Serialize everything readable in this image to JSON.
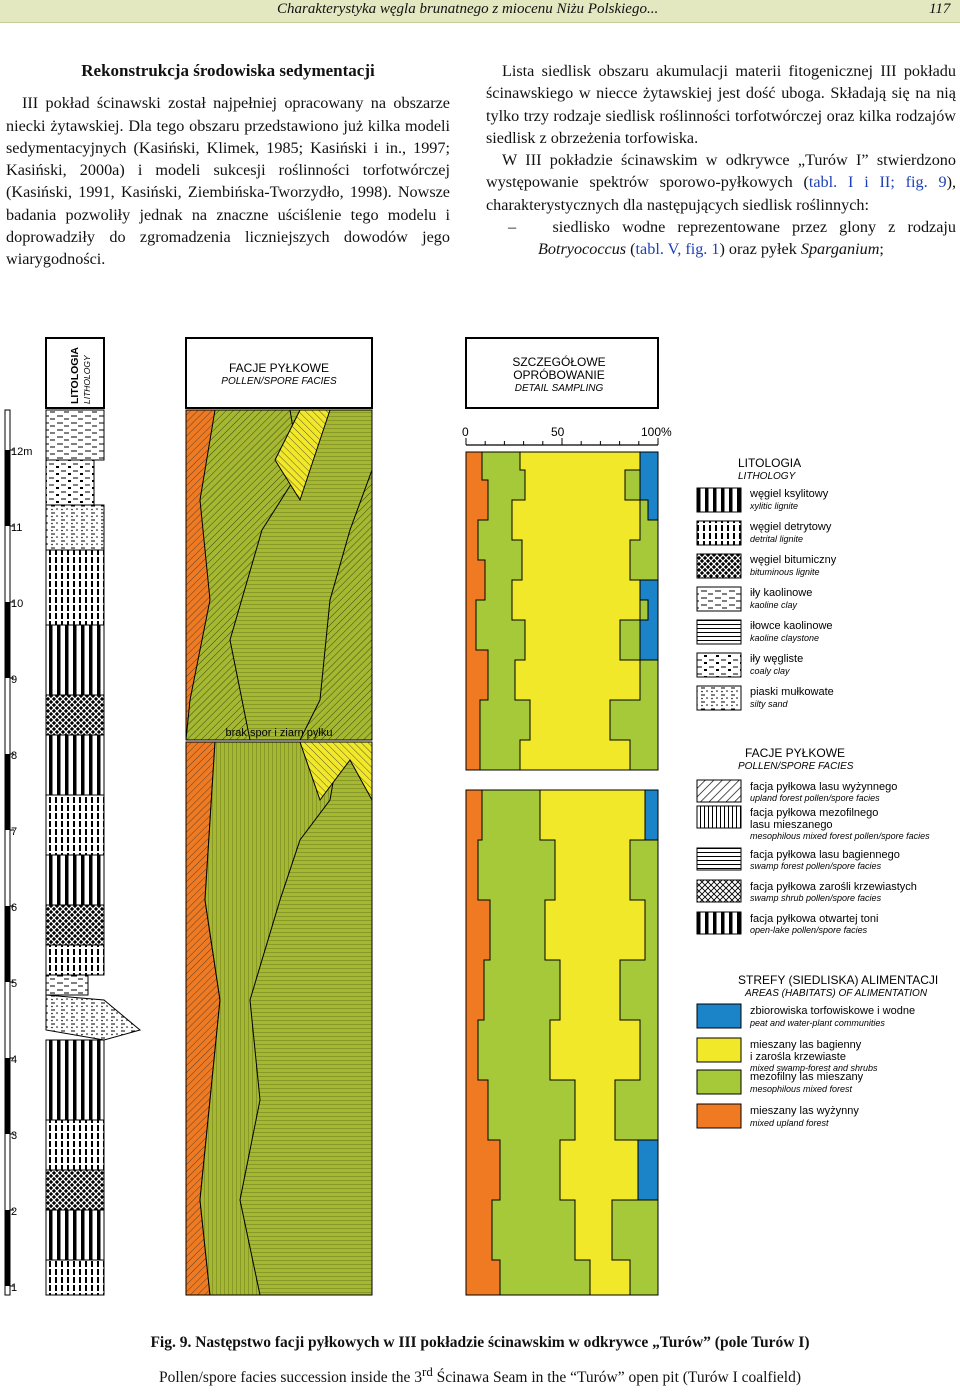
{
  "header": {
    "running_title": "Charakterystyka węgla brunatnego z miocenu Niżu Polskiego...",
    "page_number": "117"
  },
  "left_col": {
    "section_title": "Rekonstrukcja środowiska sedymentacji",
    "paragraph": "III pokład ścinawski został najpełniej opracowany na obszarze niecki żytawskiej. Dla tego obszaru przedstawiono już kilka modeli sedymentacyjnych (Kasiński, Klimek, 1985; Kasiński i in., 1997; Kasiński, 2000a) i modeli sukcesji roślinności torfotwórczej (Kasiński, 1991, Kasiński, Ziembińska-Tworzydło, 1998). Nowsze badania pozwoliły jednak na znaczne uściślenie tego modelu i doprowadziły do zgromadzenia liczniejszych dowodów jego wiarygodności."
  },
  "right_col": {
    "p1": "Lista siedlisk obszaru akumulacji materii fitogenicznej III pokładu ścinawskiego w niecce żytawskiej jest dość uboga. Składają się na nią tylko trzy rodzaje siedlisk roślinności torfotwórczej oraz kilka rodzajów siedlisk z obrzeżenia torfowiska.",
    "p2_a": "W III pokładzie ścinawskim w odkrywce „Turów I” stwierdzono występowanie spektrów sporowo-pyłkowych (",
    "p2_ref1": "tabl. I i II; fig. 9",
    "p2_b": "), charakterystycznych dla następujących siedlisk roślinnych:",
    "li_a": "siedlisko wodne reprezentowane przez glony z rodzaju ",
    "li_genus": "Botryococcus",
    "li_b": " (",
    "li_ref": "tabl. V, fig. 1",
    "li_c": ") oraz pyłek ",
    "li_genus2": "Sparganium",
    "li_d": ";"
  },
  "figure": {
    "lith_header": {
      "pl": "LITOLOGIA",
      "en": "LITHOLOGY"
    },
    "facies_header": {
      "pl": "FACJE PYŁKOWE",
      "en": "POLLEN/SPORE FACIES"
    },
    "detail_header": {
      "pl1": "SZCZEGÓŁOWE",
      "pl2": "OPRÓBOWANIE",
      "en": "DETAIL SAMPLING"
    },
    "depth_ticks": [
      "12m",
      "11",
      "10",
      "9",
      "8",
      "7",
      "6",
      "5",
      "4",
      "3",
      "2",
      "1"
    ],
    "percent_ticks": [
      "0",
      "50",
      "100%"
    ],
    "gap_label": "brak spor i ziarn pyłku",
    "legend_lith": {
      "title_pl": "LITOLOGIA",
      "title_en": "LITHOLOGY",
      "items": [
        {
          "pl": "węgiel ksylitowy",
          "en": "xylitic lignite"
        },
        {
          "pl": "węgiel detrytowy",
          "en": "detrital lignite"
        },
        {
          "pl": "węgiel bitumiczny",
          "en": "bituminous lignite"
        },
        {
          "pl": "iły kaolinowe",
          "en": "kaoline clay"
        },
        {
          "pl": "iłowce kaolinowe",
          "en": "kaoline claystone"
        },
        {
          "pl": "iły węgliste",
          "en": "coaly clay"
        },
        {
          "pl": "piaski mułkowate",
          "en": "silty sand"
        }
      ]
    },
    "legend_facies": {
      "title_pl": "FACJE PYŁKOWE",
      "title_en": "POLLEN/SPORE FACIES",
      "items": [
        {
          "pl": "facja pyłkowa lasu wyżynnego",
          "en": "upland forest pollen/spore facies"
        },
        {
          "pl": "facja pyłkowa mezofilnego",
          "pl2": "lasu mieszanego",
          "en": "mesophilous mixed forest pollen/spore facies"
        },
        {
          "pl": "facja pyłkowa lasu bagiennego",
          "en": "swamp forest pollen/spore facies"
        },
        {
          "pl": "facja pyłkowa zarośli krzewiastych",
          "en": "swamp shrub pollen/spore facies"
        },
        {
          "pl": "facja pyłkowa otwartej toni",
          "en": "open-lake pollen/spore facies"
        }
      ]
    },
    "legend_areas": {
      "title_pl": "STREFY (SIEDLISKA) ALIMENTACJI",
      "title_en": "AREAS (HABITATS) OF ALIMENTATION",
      "items": [
        {
          "pl": "zbiorowiska torfowiskowe i wodne",
          "en": "peat and water-plant communities",
          "color": "#1b84c8"
        },
        {
          "pl": "mieszany las bagienny",
          "pl2": "i zarośla krzewiaste",
          "en": "mixed swamp-forest and shrubs",
          "color": "#f2e82a"
        },
        {
          "pl": "mezofilny las mieszany",
          "en": "mesophilous mixed forest",
          "color": "#a6c93a"
        },
        {
          "pl": "mieszany las wyżynny",
          "en": "mixed upland forest",
          "color": "#ef7a22"
        }
      ]
    }
  },
  "caption": {
    "pl": "Fig. 9. Następstwo facji pyłkowych w III pokładzie ścinawskim w odkrywce „Turów” (pole Turów I)",
    "en_a": "Pollen/spore facies succession inside the 3",
    "en_sup": "rd",
    "en_b": " Ścinawa Seam in the “Turów” open pit (Turów I coalfield)"
  }
}
